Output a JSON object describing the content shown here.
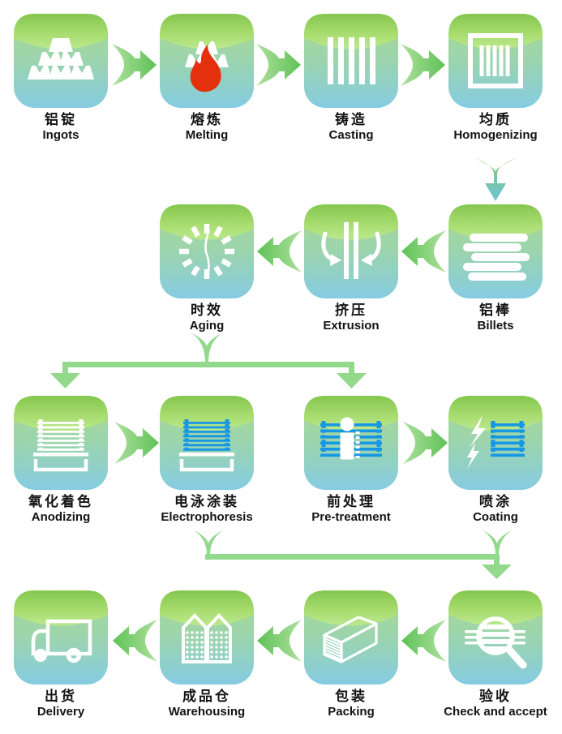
{
  "diagram_title": "",
  "colors": {
    "tile_cap_top": "#84c64e",
    "tile_cap_bottom": "#bce88f",
    "tile_body_top": "#a9da8e",
    "tile_body_bottom": "#85cce2",
    "arrow_tail_green": "#aee09e",
    "arrow_head_green": "#5ec255",
    "connector_green": "#93d98c",
    "down_arrow_top": "#84ca5f",
    "down_arrow_bottom": "#70c2e0",
    "icon_white": "#ffffff",
    "icon_blue": "#1697e4",
    "flame_red": "#e5300e",
    "text": "#141414",
    "background": "#ffffff"
  },
  "nodes": [
    {
      "name": "ingots",
      "zh": "铝锭",
      "en": "Ingots",
      "icon": "ingot-pyramid-icon"
    },
    {
      "name": "melting",
      "zh": "熔炼",
      "en": "Melting",
      "icon": "flame-furnace-icon"
    },
    {
      "name": "casting",
      "zh": "铸造",
      "en": "Casting",
      "icon": "vertical-bars-icon"
    },
    {
      "name": "homogenizing",
      "zh": "均质",
      "en": "Homogenizing",
      "icon": "framed-bars-icon"
    },
    {
      "name": "billets",
      "zh": "铝棒",
      "en": "Billets",
      "icon": "billet-stack-icon"
    },
    {
      "name": "extrusion",
      "zh": "挤压",
      "en": "Extrusion",
      "icon": "extrusion-die-icon"
    },
    {
      "name": "aging",
      "zh": "时效",
      "en": "Aging",
      "icon": "clock-icon"
    },
    {
      "name": "anodizing",
      "zh": "氧化着色",
      "en": "Anodizing",
      "icon": "profile-rack-tank-icon"
    },
    {
      "name": "electrophoresis",
      "zh": "电泳涂装",
      "en": "Electrophoresis",
      "icon": "coated-rack-tank-icon"
    },
    {
      "name": "pretreatment",
      "zh": "前处理",
      "en": "Pre-treatment",
      "icon": "operator-rack-icon"
    },
    {
      "name": "coating",
      "zh": "喷涂",
      "en": "Coating",
      "icon": "spray-rack-icon"
    },
    {
      "name": "delivery",
      "zh": "出货",
      "en": "Delivery",
      "icon": "truck-icon"
    },
    {
      "name": "warehousing",
      "zh": "成品仓",
      "en": "Warehousing",
      "icon": "warehouse-buildings-icon"
    },
    {
      "name": "packing",
      "zh": "包装",
      "en": "Packing",
      "icon": "container-box-icon"
    },
    {
      "name": "check_and_accept",
      "zh": "验收",
      "en": "Check and accept",
      "icon": "magnifier-inspection-icon"
    }
  ],
  "flow": [
    {
      "from": "ingots",
      "to": "melting"
    },
    {
      "from": "melting",
      "to": "casting"
    },
    {
      "from": "casting",
      "to": "homogenizing"
    },
    {
      "from": "homogenizing",
      "to": "billets"
    },
    {
      "from": "billets",
      "to": "extrusion"
    },
    {
      "from": "extrusion",
      "to": "aging"
    },
    {
      "from": "aging",
      "to": "anodizing"
    },
    {
      "from": "aging",
      "to": "pretreatment"
    },
    {
      "from": "anodizing",
      "to": "electrophoresis"
    },
    {
      "from": "pretreatment",
      "to": "coating"
    },
    {
      "from": "electrophoresis",
      "to": "check_and_accept"
    },
    {
      "from": "coating",
      "to": "check_and_accept"
    },
    {
      "from": "check_and_accept",
      "to": "packing"
    },
    {
      "from": "packing",
      "to": "warehousing"
    },
    {
      "from": "warehousing",
      "to": "delivery"
    }
  ]
}
